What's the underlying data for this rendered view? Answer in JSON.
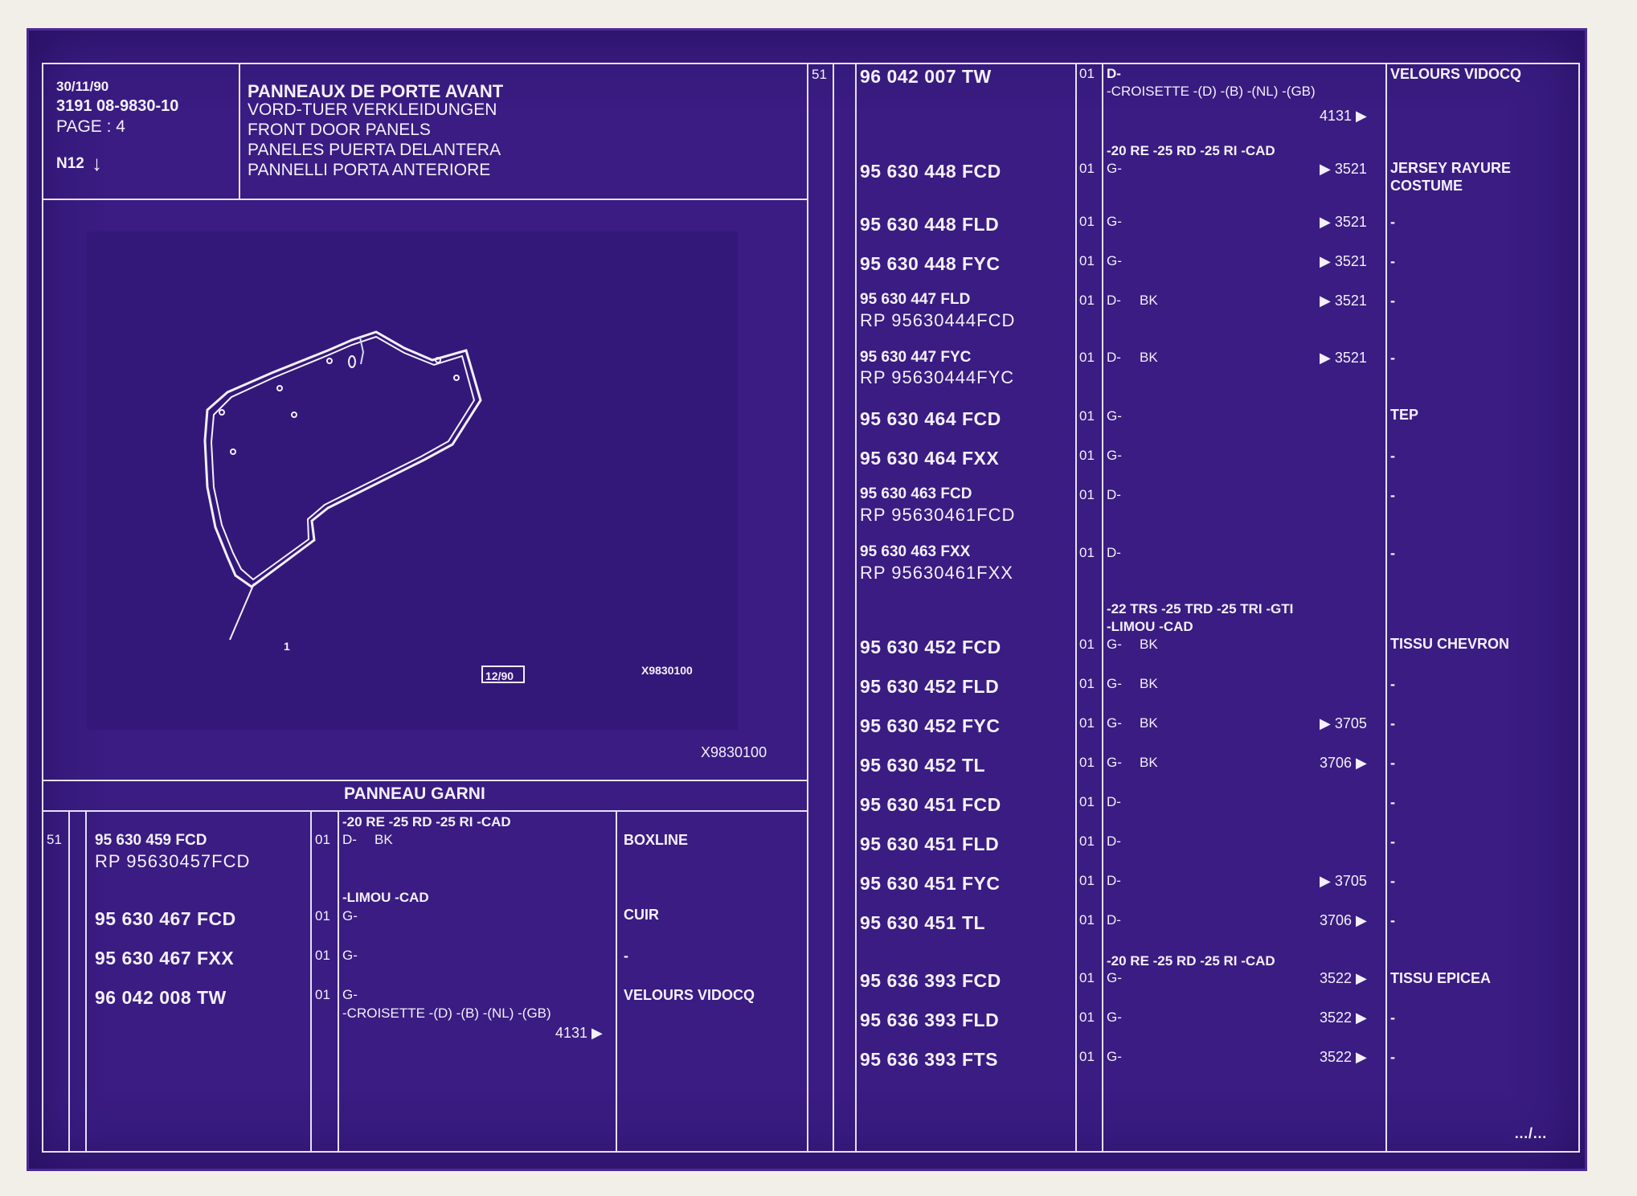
{
  "header": {
    "date": "30/11/90",
    "ref": "3191  08-9830-10",
    "page": "PAGE : 4",
    "nav": "N12",
    "title": "PANNEAUX DE PORTE AVANT",
    "subtitles": [
      "VORD-TUER VERKLEIDUNGEN",
      "FRONT DOOR PANELS",
      "PANELES PUERTA DELANTERA",
      "PANNELLI PORTA ANTERIORE"
    ]
  },
  "diagram": {
    "callout": "1",
    "date_box": "12/90",
    "code_inner": "X9830100",
    "code_outer": "X9830100"
  },
  "left_section": {
    "title": "PANNEAU GARNI",
    "item": "51",
    "rows": [
      {
        "cond": "-20 RE -25 RD -25 RI -CAD",
        "part": "95 630 459 FCD",
        "rp": "RP  95630457FCD",
        "qty": "01",
        "code": "D-",
        "extra": "BK",
        "ref": "",
        "desc": "BOXLINE"
      },
      {
        "cond": "-LIMOU -CAD",
        "part": "95 630 467 FCD",
        "rp": "",
        "qty": "01",
        "code": "G-",
        "extra": "",
        "ref": "",
        "desc": "CUIR"
      },
      {
        "cond": "",
        "part": "95 630 467 FXX",
        "rp": "",
        "qty": "01",
        "code": "G-",
        "extra": "",
        "ref": "",
        "desc": "-"
      },
      {
        "cond": "",
        "part": "96 042 008 TW",
        "rp": "",
        "qty": "01",
        "code": "G-",
        "extra": "-CROISETTE -(D) -(B) -(NL) -(GB)",
        "ref": "4131 ▶",
        "desc": "VELOURS VIDOCQ"
      }
    ]
  },
  "right_section": {
    "item": "51",
    "rows": [
      {
        "cond": "",
        "part": "96 042 007 TW",
        "rp": "",
        "qty": "01",
        "code": "D-",
        "extra": "-CROISETTE -(D) -(B) -(NL) -(GB)",
        "ref": "4131 ▶",
        "desc": "VELOURS VIDOCQ"
      },
      {
        "cond": "-20 RE -25 RD -25 RI -CAD",
        "part": "95 630 448 FCD",
        "rp": "",
        "qty": "01",
        "code": "G-",
        "extra": "",
        "ref": "▶ 3521",
        "desc": "JERSEY RAYURE",
        "desc2": "COSTUME"
      },
      {
        "cond": "",
        "part": "95 630 448 FLD",
        "rp": "",
        "qty": "01",
        "code": "G-",
        "extra": "",
        "ref": "▶ 3521",
        "desc": "-"
      },
      {
        "cond": "",
        "part": "95 630 448 FYC",
        "rp": "",
        "qty": "01",
        "code": "G-",
        "extra": "",
        "ref": "▶ 3521",
        "desc": "-"
      },
      {
        "cond": "",
        "part": "95 630 447 FLD",
        "rp": "RP  95630444FCD",
        "qty": "01",
        "code": "D-",
        "extra": "BK",
        "ref": "▶ 3521",
        "desc": "-"
      },
      {
        "cond": "",
        "part": "95 630 447 FYC",
        "rp": "RP  95630444FYC",
        "qty": "01",
        "code": "D-",
        "extra": "BK",
        "ref": "▶ 3521",
        "desc": "-"
      },
      {
        "cond": "",
        "part": "95 630 464 FCD",
        "rp": "",
        "qty": "01",
        "code": "G-",
        "extra": "",
        "ref": "",
        "desc": "TEP"
      },
      {
        "cond": "",
        "part": "95 630 464 FXX",
        "rp": "",
        "qty": "01",
        "code": "G-",
        "extra": "",
        "ref": "",
        "desc": "-"
      },
      {
        "cond": "",
        "part": "95 630 463 FCD",
        "rp": "RP  95630461FCD",
        "qty": "01",
        "code": "D-",
        "extra": "",
        "ref": "",
        "desc": "-"
      },
      {
        "cond": "",
        "part": "95 630 463 FXX",
        "rp": "RP  95630461FXX",
        "qty": "01",
        "code": "D-",
        "extra": "",
        "ref": "",
        "desc": "-"
      },
      {
        "cond": "-22 TRS -25 TRD -25 TRI -GTI",
        "cond2": "-LIMOU -CAD",
        "part": "95 630 452 FCD",
        "rp": "",
        "qty": "01",
        "code": "G-",
        "extra": "BK",
        "ref": "",
        "desc": "TISSU CHEVRON"
      },
      {
        "cond": "",
        "part": "95 630 452 FLD",
        "rp": "",
        "qty": "01",
        "code": "G-",
        "extra": "BK",
        "ref": "",
        "desc": "-"
      },
      {
        "cond": "",
        "part": "95 630 452 FYC",
        "rp": "",
        "qty": "01",
        "code": "G-",
        "extra": "BK",
        "ref": "▶ 3705",
        "desc": "-"
      },
      {
        "cond": "",
        "part": "95 630 452 TL",
        "rp": "",
        "qty": "01",
        "code": "G-",
        "extra": "BK",
        "ref": "3706 ▶",
        "desc": "-"
      },
      {
        "cond": "",
        "part": "95 630 451 FCD",
        "rp": "",
        "qty": "01",
        "code": "D-",
        "extra": "",
        "ref": "",
        "desc": "-"
      },
      {
        "cond": "",
        "part": "95 630 451 FLD",
        "rp": "",
        "qty": "01",
        "code": "D-",
        "extra": "",
        "ref": "",
        "desc": "-"
      },
      {
        "cond": "",
        "part": "95 630 451 FYC",
        "rp": "",
        "qty": "01",
        "code": "D-",
        "extra": "",
        "ref": "▶ 3705",
        "desc": "-"
      },
      {
        "cond": "",
        "part": "95 630 451 TL",
        "rp": "",
        "qty": "01",
        "code": "D-",
        "extra": "",
        "ref": "3706 ▶",
        "desc": "-"
      },
      {
        "cond": "-20 RE -25 RD -25 RI -CAD",
        "part": "95 636 393 FCD",
        "rp": "",
        "qty": "01",
        "code": "G-",
        "extra": "",
        "ref": "3522 ▶",
        "desc": "TISSU EPICEA"
      },
      {
        "cond": "",
        "part": "95 636 393 FLD",
        "rp": "",
        "qty": "01",
        "code": "G-",
        "extra": "",
        "ref": "3522 ▶",
        "desc": "-"
      },
      {
        "cond": "",
        "part": "95 636 393 FTS",
        "rp": "",
        "qty": "01",
        "code": "G-",
        "extra": "",
        "ref": "3522 ▶",
        "desc": "-"
      }
    ],
    "continued": "…/…"
  }
}
